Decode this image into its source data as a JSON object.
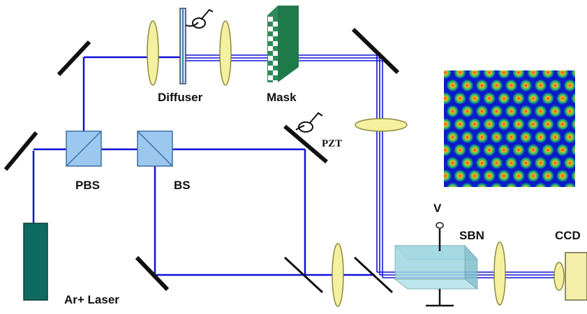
{
  "labels": {
    "diffuser": "Diffuser",
    "mask": "Mask",
    "pzt": "PZT",
    "pbs": "PBS",
    "bs": "BS",
    "v": "V",
    "sbn": "SBN",
    "ccd": "CCD",
    "laser": "Ar+ Laser"
  },
  "colors": {
    "beam": "#1010d8",
    "lens_fill": "#f5f0a0",
    "lens_stroke": "#8a8a3a",
    "cube_fill": "#9cc8f0",
    "cube_stroke": "#3a6ea0",
    "mask_green": "#1f7a4a",
    "laser_body": "#0f6b62",
    "crystal_fill": "#9fd6e0",
    "ccd_fill": "#f3eeaa",
    "lattice_bg": "#0a1cc8",
    "lattice_ring": "#27c46a",
    "lattice_core": "#f2b21c"
  },
  "inset": {
    "description_icon": "hexagonal-lattice-intensity-pattern"
  }
}
